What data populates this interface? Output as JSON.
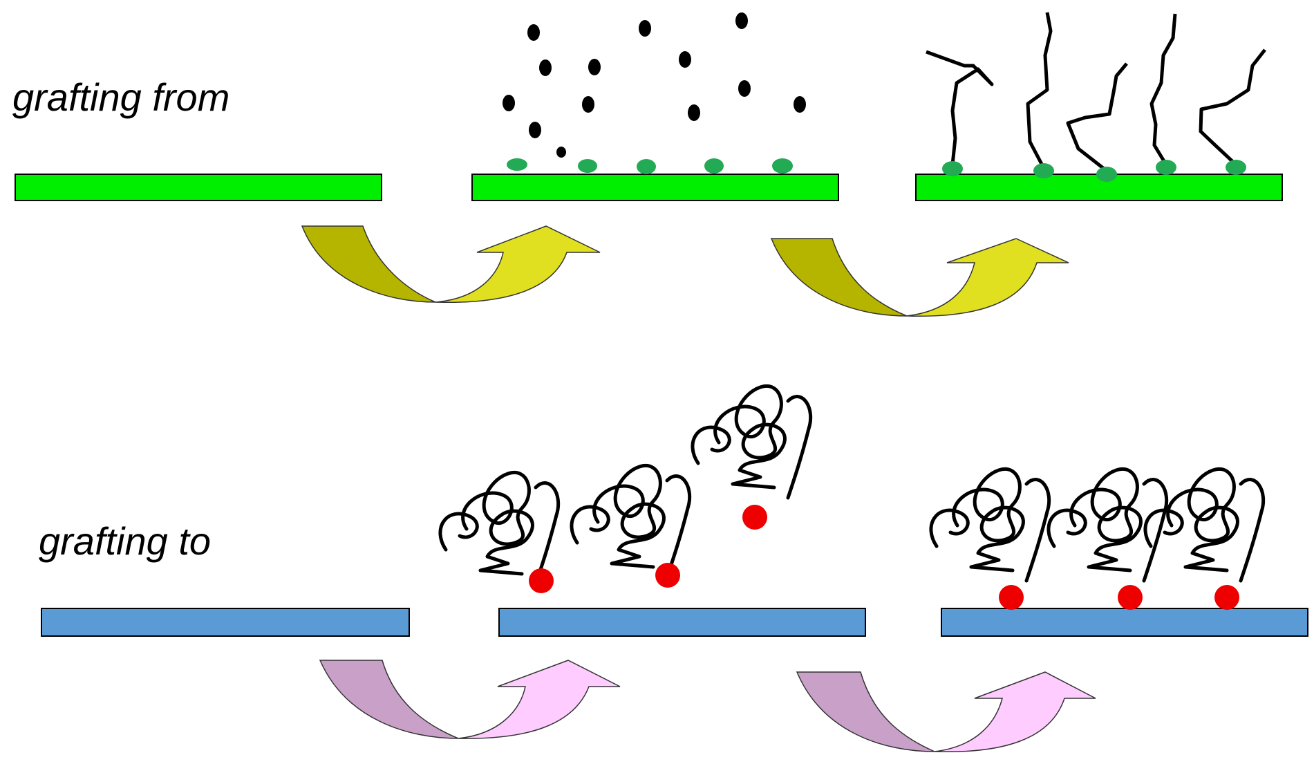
{
  "labels": {
    "grafting_from": "grafting from",
    "grafting_to": "grafting to"
  },
  "colors": {
    "green_substrate": "#00ee00",
    "initiator": "#22aa55",
    "monomer": "#000000",
    "blue_substrate": "#5b9bd5",
    "anchor": "#ee0000",
    "yellow_arrow_dark": "#b5b500",
    "yellow_arrow_light": "#e0e020",
    "pink_arrow_dark": "#c8a0c8",
    "pink_arrow_light": "#ffccff",
    "outline": "#000000"
  },
  "rows": [
    {
      "name": "grafting-from",
      "steps": [
        "bare substrate",
        "initiator-functionalized substrate with monomers",
        "polymer brushes grown from surface"
      ]
    },
    {
      "name": "grafting-to",
      "steps": [
        "bare substrate",
        "substrate with end-functionalized polymer coils",
        "polymer coils attached to surface"
      ]
    }
  ]
}
